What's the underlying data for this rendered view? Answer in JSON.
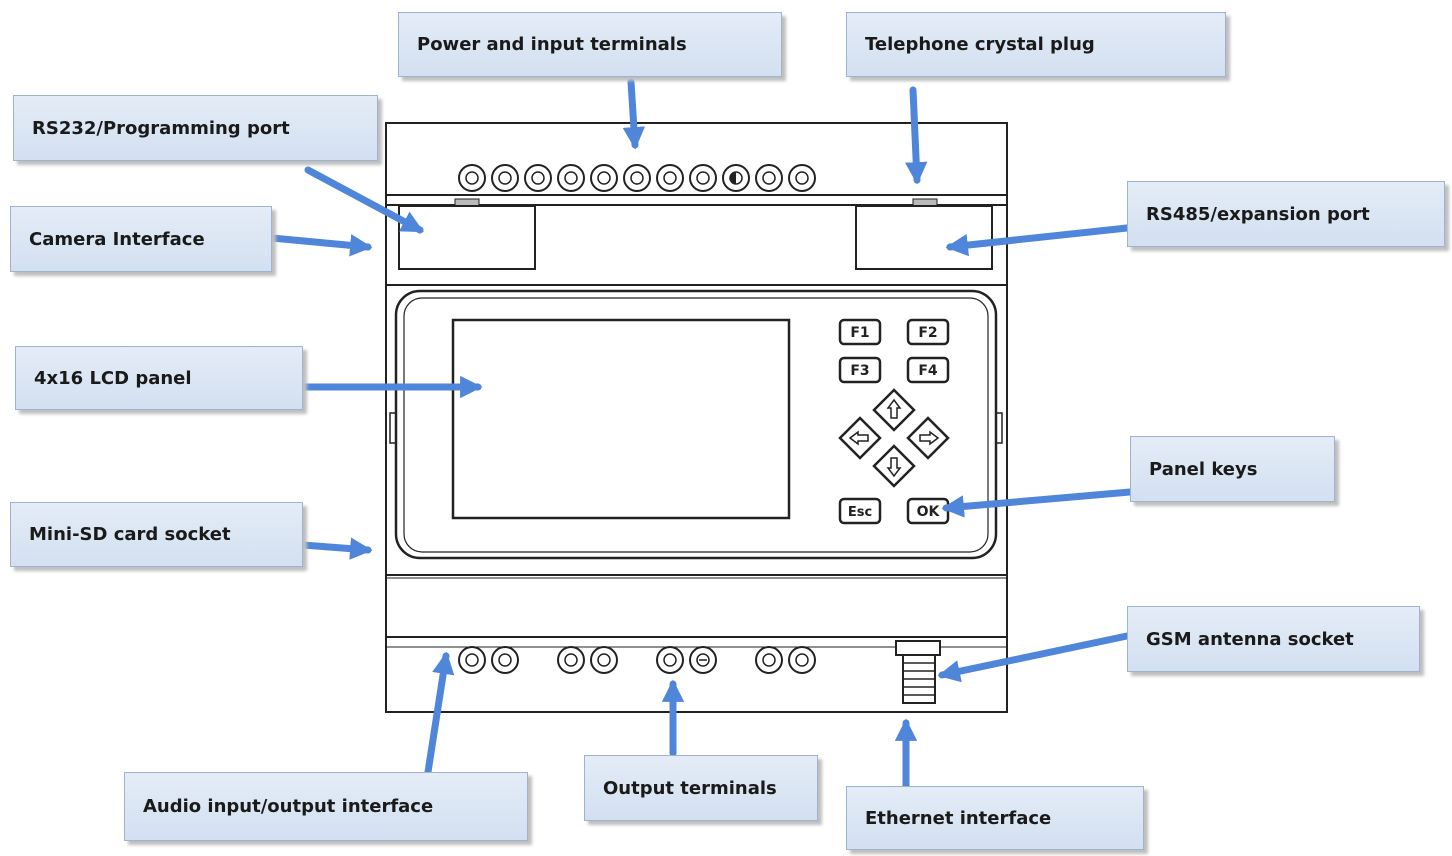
{
  "labels": {
    "power_input": "Power and input terminals",
    "telephone": "Telephone crystal plug",
    "rs232": "RS232/Programming port",
    "camera": "Camera Interface",
    "rs485": "RS485/expansion port",
    "lcd": "4x16 LCD panel",
    "panel_keys": "Panel keys",
    "mini_sd": "Mini-SD card socket",
    "gsm": "GSM antenna socket",
    "audio": "Audio input/output interface",
    "output": "Output terminals",
    "ethernet": "Ethernet interface"
  },
  "keys": {
    "f1": "F1",
    "f2": "F2",
    "f3": "F3",
    "f4": "F4",
    "esc": "Esc",
    "ok": "OK"
  },
  "colors": {
    "arrow": "#4f86d9",
    "callout_fill": "#dbe5f3",
    "callout_border": "#9fb3cf",
    "device_line": "#222222"
  }
}
